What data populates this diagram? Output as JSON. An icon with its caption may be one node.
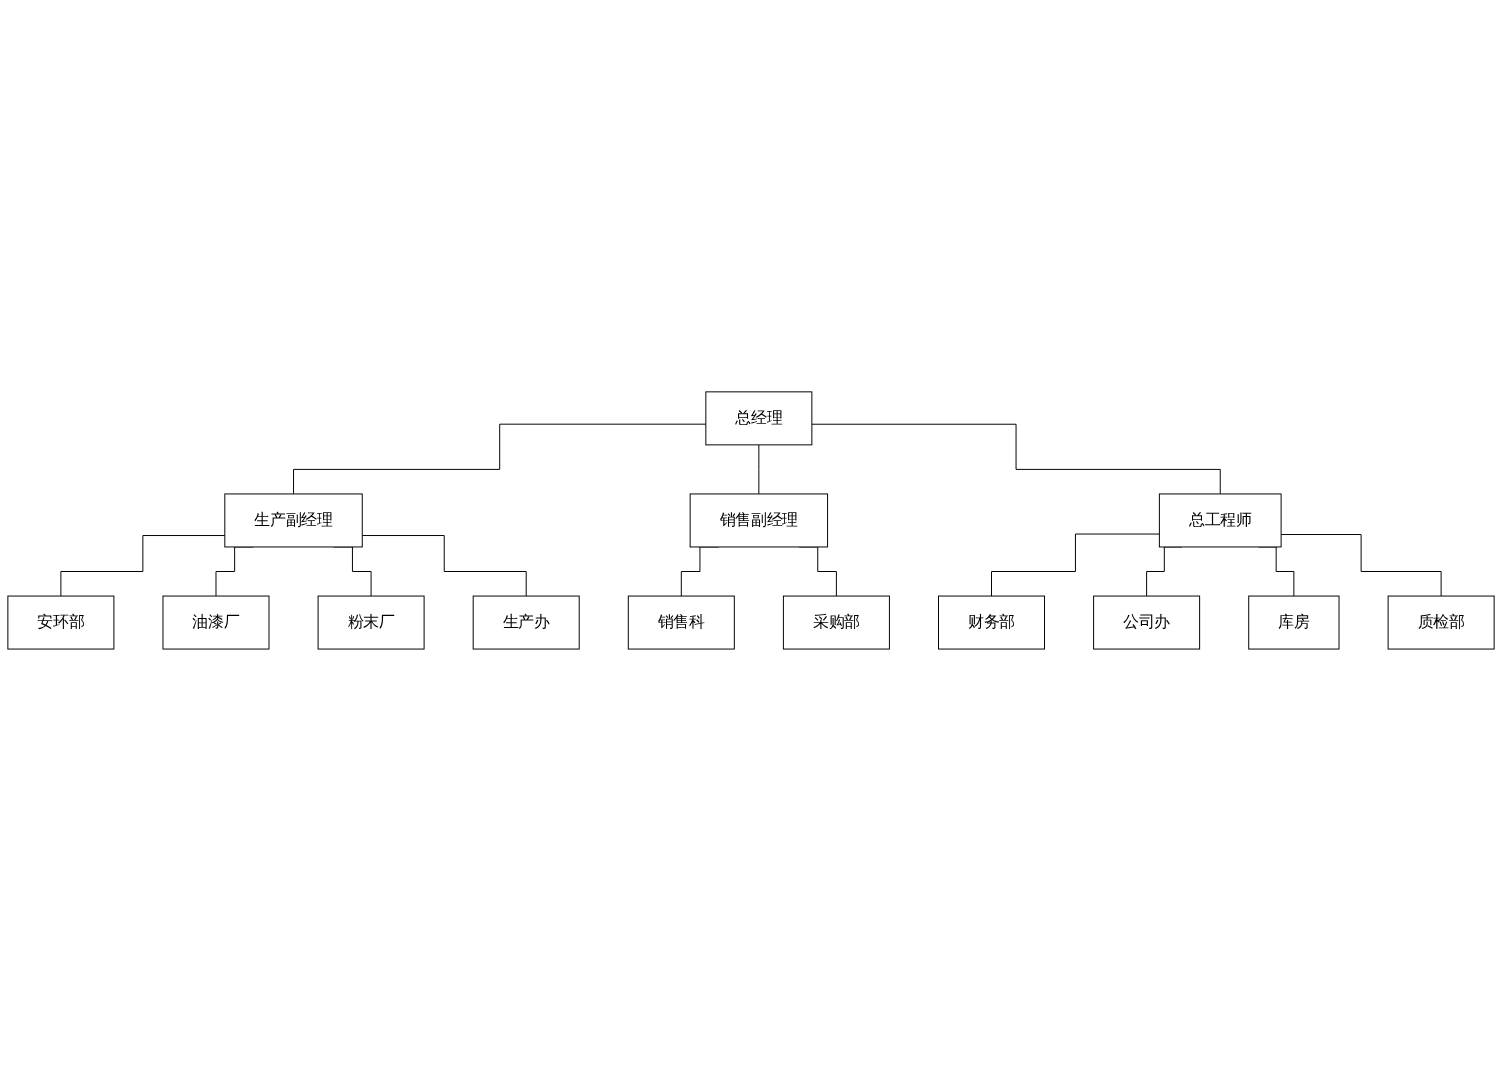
{
  "diagram": {
    "nodes": [
      {
        "text": [
          "总经理"
        ]
      },
      {
        "text": [
          "生产副经理"
        ]
      },
      {
        "text": [
          "销售副经理"
        ]
      },
      {
        "text": [
          "总工程师"
        ]
      },
      {
        "text": [
          "安环部"
        ]
      },
      {
        "text": [
          "油漆厂"
        ]
      },
      {
        "text": [
          "粉末厂"
        ]
      },
      {
        "text": [
          "生产办"
        ]
      },
      {
        "text": [
          "销售科"
        ]
      },
      {
        "text": [
          "采购部"
        ]
      },
      {
        "text": [
          "财务部"
        ]
      },
      {
        "text": [
          "公司办"
        ]
      },
      {
        "text": [
          "库房"
        ]
      },
      {
        "text": [
          "质检部"
        ]
      }
    ],
    "edges": [
      {
        "from": 0,
        "to": 1,
        "arrow": "none"
      },
      {
        "from": 0,
        "to": 2,
        "arrow": "none"
      },
      {
        "from": 0,
        "to": 3,
        "arrow": "none"
      },
      {
        "from": 1,
        "to": 4,
        "arrow": "none"
      },
      {
        "from": 1,
        "to": 5,
        "arrow": "none"
      },
      {
        "from": 1,
        "to": 6,
        "arrow": "none"
      },
      {
        "from": 1,
        "to": 7,
        "arrow": "none"
      },
      {
        "from": 2,
        "to": 8,
        "arrow": "none"
      },
      {
        "from": 2,
        "to": 9,
        "arrow": "none"
      },
      {
        "from": 3,
        "to": 10,
        "arrow": "none"
      },
      {
        "from": 3,
        "to": 11,
        "arrow": "none"
      },
      {
        "from": 3,
        "to": 12,
        "arrow": "none"
      },
      {
        "from": 3,
        "to": 13,
        "arrow": "none"
      }
    ]
  }
}
